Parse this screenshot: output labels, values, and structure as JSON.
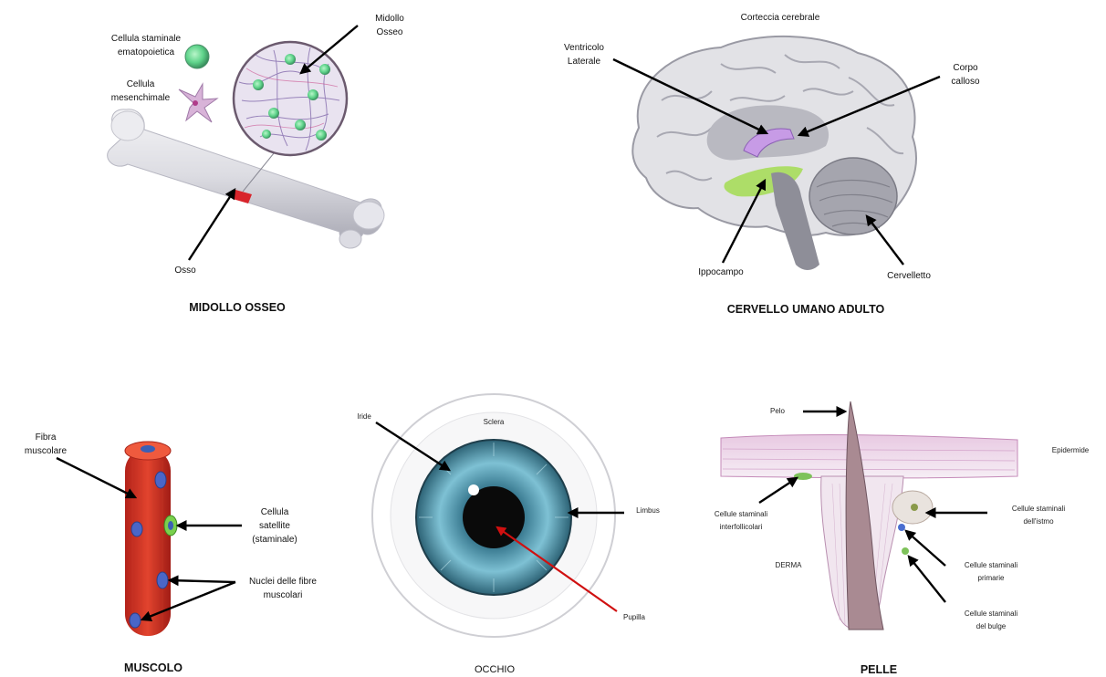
{
  "panels": {
    "bone_marrow": {
      "title": "MIDOLLO OSSEO",
      "labels": {
        "marrow": [
          "Midollo",
          "Osseo"
        ],
        "hematopoietic": [
          "Cellula staminale",
          "ematopoietica"
        ],
        "mesenchymal": [
          "Cellula",
          "mesenchimale"
        ],
        "bone": "Osso"
      }
    },
    "brain": {
      "title": "CERVELLO UMANO ADULTO",
      "labels": {
        "cortex": "Corteccia cerebrale",
        "ventricle": [
          "Ventricolo",
          "Laterale"
        ],
        "corpus": [
          "Corpo",
          "calloso"
        ],
        "hippocampus": "Ippocampo",
        "cerebellum": "Cervelletto"
      }
    },
    "muscle": {
      "title": "MUSCOLO",
      "labels": {
        "fiber": [
          "Fibra",
          "muscolare"
        ],
        "satellite": [
          "Cellula",
          "satellite",
          "(staminale)"
        ],
        "nuclei": [
          "Nuclei delle fibre",
          "muscolari"
        ]
      }
    },
    "eye": {
      "title": "OCCHIO",
      "labels": {
        "iris": "Iride",
        "sclera": "Sclera",
        "limbus": "Limbus",
        "pupil": "Pupilla"
      }
    },
    "skin": {
      "title": "PELLE",
      "labels": {
        "hair": "Pelo",
        "epidermis": "Epidermide",
        "interfollicular": [
          "Cellule staminali",
          "interfollicolari"
        ],
        "dermis": "DERMA",
        "isthmus": [
          "Cellule staminali",
          "dell'istmo"
        ],
        "primary": [
          "Cellule staminali",
          "primarie"
        ],
        "bulge": [
          "Cellule staminali",
          "del bulge"
        ]
      }
    }
  }
}
